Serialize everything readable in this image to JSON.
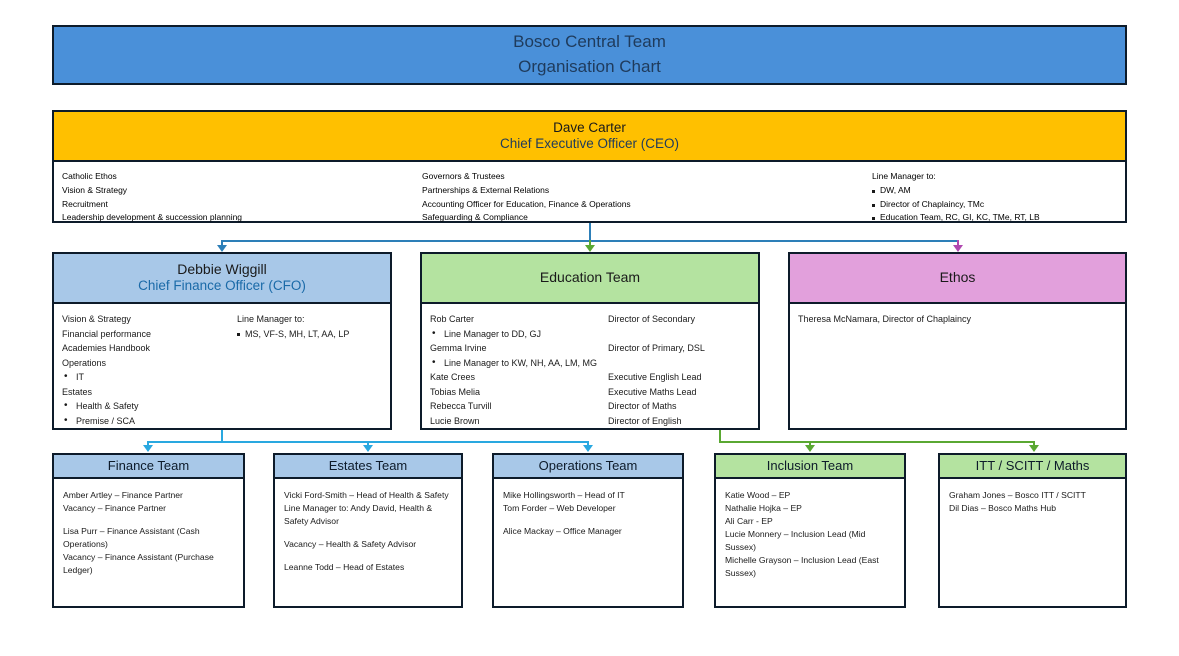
{
  "title_banner": {
    "line1": "Bosco Central Team",
    "line2": "Organisation Chart",
    "color": "#4a90d9"
  },
  "ceo": {
    "name": "Dave Carter",
    "title": "Chief Executive Officer (CEO)",
    "header_color": "#ffc000",
    "column1": [
      "Catholic Ethos",
      "Vision & Strategy",
      "Recruitment",
      "Leadership development & succession planning"
    ],
    "column2": [
      "Governors & Trustees",
      "Partnerships & External Relations",
      "Accounting Officer for Education, Finance & Operations",
      "Safeguarding & Compliance"
    ],
    "column3_heading": "Line Manager to:",
    "column3_items": [
      "DW, AM",
      "Director of  Chaplaincy, TMc",
      "Education Team, RC, GI, KC, TMe, RT, LB"
    ]
  },
  "cfo": {
    "name": "Debbie Wiggill",
    "title": "Chief Finance Officer (CFO)",
    "header_color": "#a8c8e8",
    "column1": [
      {
        "text": "Vision & Strategy",
        "bullet": false
      },
      {
        "text": "Financial performance",
        "bullet": false
      },
      {
        "text": "Academies Handbook",
        "bullet": false
      },
      {
        "text": "Operations",
        "bullet": false
      },
      {
        "text": "IT",
        "bullet": true
      },
      {
        "text": "Estates",
        "bullet": false
      },
      {
        "text": "Health & Safety",
        "bullet": true
      },
      {
        "text": "Premise / SCA",
        "bullet": true
      }
    ],
    "column2_heading": "Line Manager to:",
    "column2_items": [
      "MS, VF-S, MH, LT, AA, LP"
    ]
  },
  "education": {
    "title": "Education Team",
    "header_color": "#b4e3a0",
    "rows": [
      {
        "name": "Rob Carter",
        "role": "Director of Secondary",
        "sub": false
      },
      {
        "name": "Line Manager to DD, GJ",
        "role": "",
        "sub": true
      },
      {
        "name": "Gemma Irvine",
        "role": "Director of Primary, DSL",
        "sub": false
      },
      {
        "name": "Line Manager to KW, NH, AA, LM, MG",
        "role": "",
        "sub": true
      },
      {
        "name": "Kate Crees",
        "role": "Executive English Lead",
        "sub": false
      },
      {
        "name": "Tobias Melia",
        "role": "Executive Maths Lead",
        "sub": false
      },
      {
        "name": "Rebecca Turvill",
        "role": "Director of Maths",
        "sub": false
      },
      {
        "name": "Lucie Brown",
        "role": "Director of English",
        "sub": false
      }
    ]
  },
  "ethos": {
    "title": "Ethos",
    "header_color": "#e2a0dc",
    "lines": [
      "Theresa McNamara, Director of Chaplaincy"
    ]
  },
  "teams": [
    {
      "id": "finance",
      "title": "Finance Team",
      "header_color": "#a8c8e8",
      "lines": [
        "Amber Artley – Finance Partner",
        "Vacancy – Finance Partner",
        "",
        "Lisa Purr – Finance Assistant (Cash Operations)",
        "Vacancy – Finance Assistant (Purchase Ledger)"
      ]
    },
    {
      "id": "estates",
      "title": "Estates Team",
      "header_color": "#a8c8e8",
      "lines": [
        "Vicki Ford-Smith – Head of Health & Safety",
        "Line Manager to: Andy David, Health & Safety Advisor",
        "",
        "Vacancy – Health & Safety Advisor",
        "",
        "Leanne Todd – Head of Estates"
      ]
    },
    {
      "id": "operations",
      "title": "Operations Team",
      "header_color": "#a8c8e8",
      "lines": [
        "Mike Hollingsworth – Head of IT",
        "Tom Forder – Web Developer",
        "",
        "Alice Mackay – Office Manager"
      ]
    },
    {
      "id": "inclusion",
      "title": "Inclusion Team",
      "header_color": "#b4e3a0",
      "lines": [
        "Katie Wood – EP",
        "Nathalie Hojka – EP",
        "Ali Carr - EP",
        "Lucie Monnery – Inclusion Lead (Mid Sussex)",
        "Michelle Grayson – Inclusion Lead (East Sussex)"
      ]
    },
    {
      "id": "itt",
      "title": "ITT / SCITT / Maths",
      "header_color": "#b4e3a0",
      "lines": [
        "Graham Jones – Bosco ITT / SCITT",
        "Dil Dias – Bosco Maths Hub"
      ]
    }
  ],
  "connectors": {
    "ceo_to_cfo_color": "#2d7fb8",
    "ceo_to_education_color": "#5aa832",
    "ceo_to_ethos_color": "#b048b0",
    "cfo_to_teams_color": "#29a8e0",
    "education_to_teams_color": "#5aa832"
  }
}
